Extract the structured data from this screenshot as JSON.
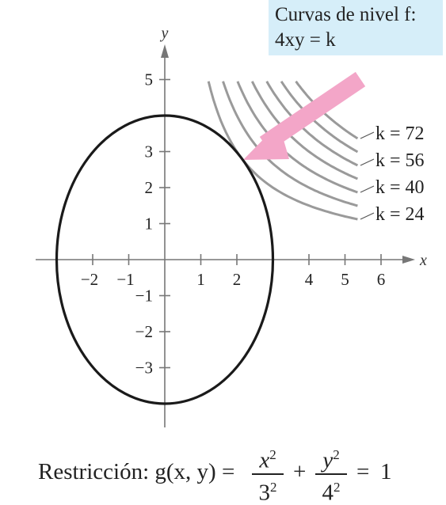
{
  "legend": {
    "line1": "Curvas de nivel f:",
    "line2": "4xy = k"
  },
  "axes": {
    "x_label": "x",
    "y_label": "y",
    "x_ticks": [
      -2,
      -1,
      1,
      2,
      4,
      5,
      6
    ],
    "y_ticks": [
      5,
      3,
      2,
      1,
      -1,
      -2,
      -3
    ],
    "x_tick_labels": [
      "−2",
      "−1",
      "1",
      "2",
      "4",
      "5",
      "6"
    ],
    "y_tick_labels": [
      "5",
      "3",
      "2",
      "1",
      "−1",
      "−2",
      "−3"
    ]
  },
  "ellipse": {
    "a": 3,
    "b": 4
  },
  "level_curves": {
    "k_values": [
      24,
      32,
      40,
      48,
      56,
      64,
      72
    ],
    "labels": [
      "k = 72",
      "k = 56",
      "k = 40",
      "k = 24"
    ],
    "color": "#9a9a9a"
  },
  "arrow_color": "#f3a6c8",
  "constraint": {
    "label": "Restricción: g(x, y) =",
    "num1": "x",
    "den1": "3",
    "plus": "+",
    "num2": "y",
    "den2": "4",
    "exponent": "2",
    "equals": "=",
    "rhs": "1"
  }
}
